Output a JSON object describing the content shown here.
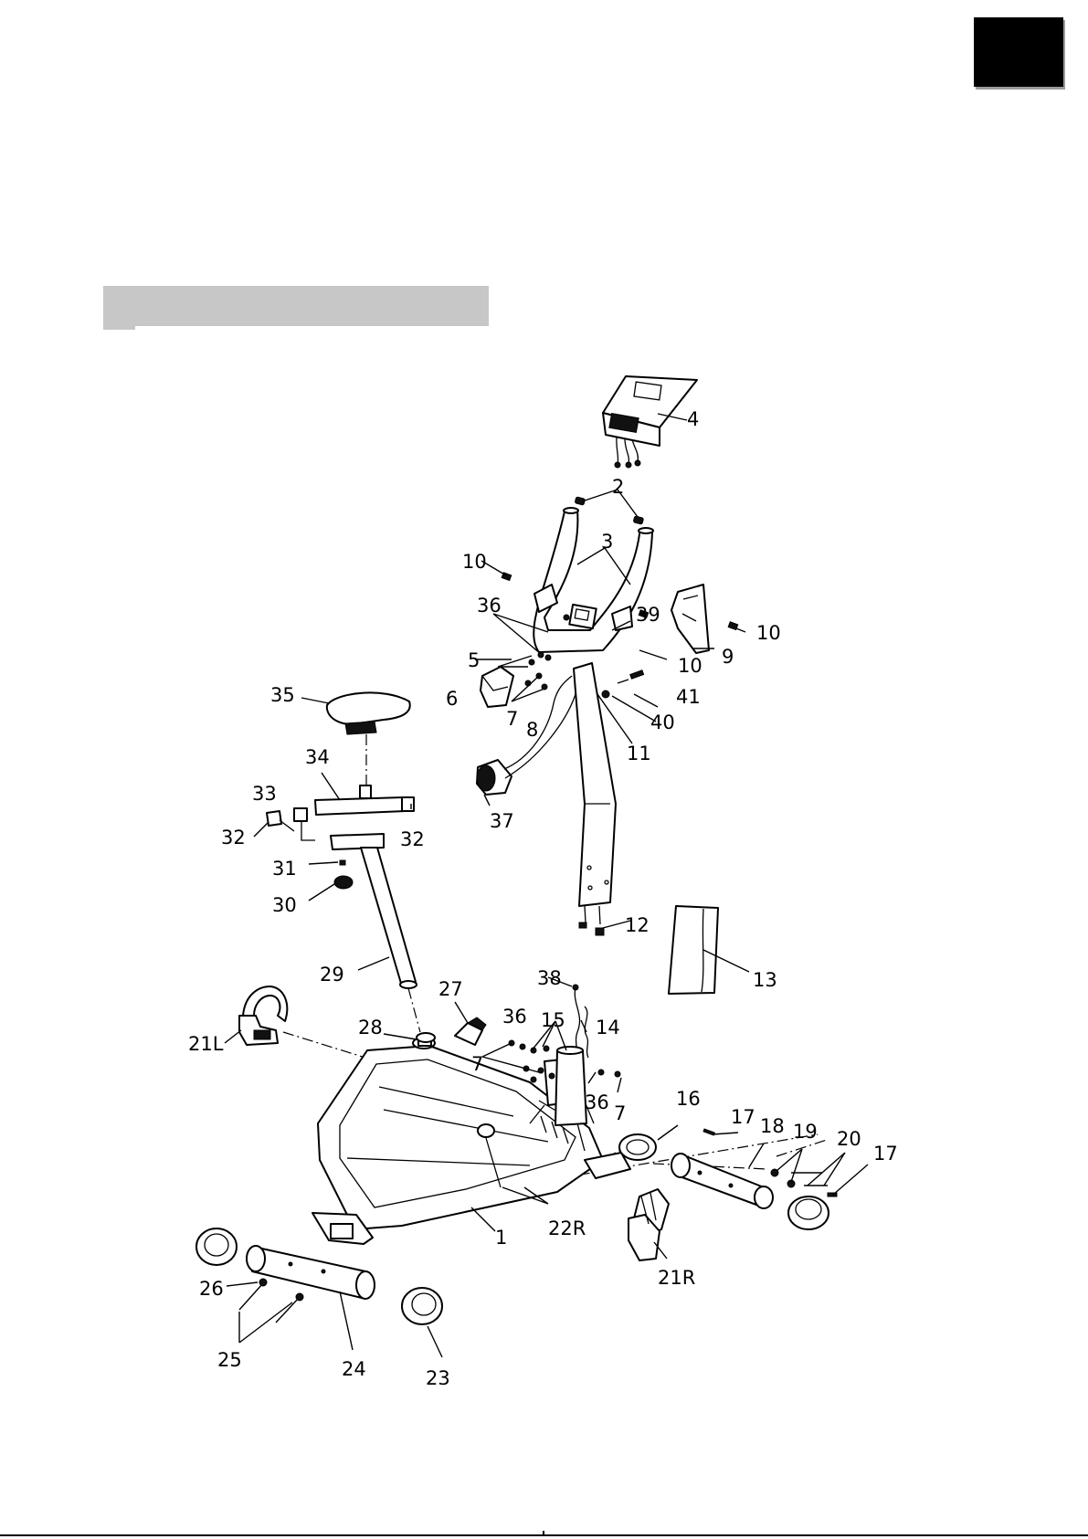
{
  "labels": {
    "l1": "1",
    "l2": "2",
    "l3": "3",
    "l4": "4",
    "l5": "5",
    "l6": "6",
    "l7a": "7",
    "l7b": "7",
    "l7c": "7",
    "l8": "8",
    "l9": "9",
    "l10a": "10",
    "l10b": "10",
    "l10c": "10",
    "l11": "11",
    "l12": "12",
    "l13": "13",
    "l14": "14",
    "l15": "15",
    "l16": "16",
    "l17a": "17",
    "l17b": "17",
    "l18": "18",
    "l19": "19",
    "l20": "20",
    "l21L": "21L",
    "l21R": "21R",
    "l22R": "22R",
    "l23": "23",
    "l24": "24",
    "l25": "25",
    "l26": "26",
    "l27": "27",
    "l28": "28",
    "l29": "29",
    "l30": "30",
    "l31": "31",
    "l32a": "32",
    "l32b": "32",
    "l33": "33",
    "l34": "34",
    "l35": "35",
    "l36a": "36",
    "l36b": "36",
    "l36c": "36",
    "l37": "37",
    "l38": "38",
    "l39": "39",
    "l40": "40",
    "l41": "41"
  },
  "colors": {
    "section_bar": "#c7c7c7",
    "ink": "#000000"
  }
}
